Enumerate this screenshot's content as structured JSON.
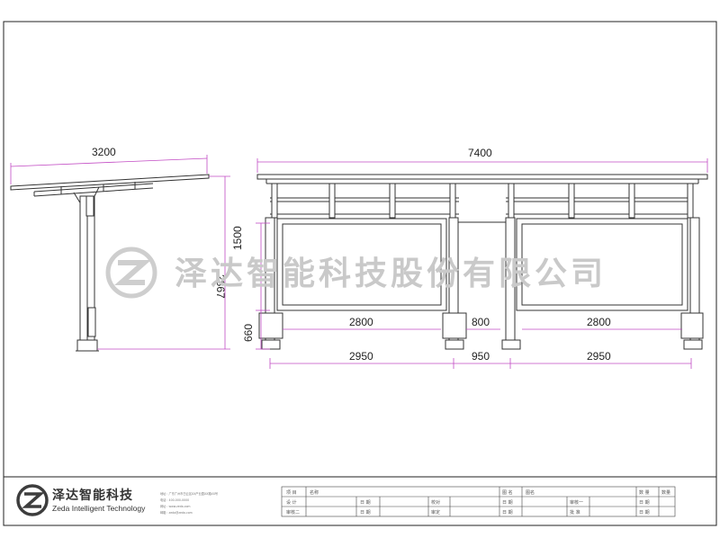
{
  "watermark": {
    "text": "泽达智能科技股份有限公司"
  },
  "dimensions": {
    "side_width": "3200",
    "side_height": "2867",
    "front_width": "7400",
    "panel_height": "1500",
    "base_height": "660",
    "panel_left_width": "2800",
    "panel_gap": "800",
    "panel_right_width": "2800",
    "bay_left": "2950",
    "bay_gap": "950",
    "bay_right": "2950"
  },
  "footer": {
    "company_cn": "泽达智能科技",
    "company_en": "Zeda Intelligent Technology",
    "contact_lines": [
      "地址：广东广州市白云区XX产业园XX路XX号",
      "电话：400-000-0000",
      "网址：www.zeda.com",
      "邮箱：zeda@zeda.com"
    ],
    "titleblock": {
      "row1": [
        "项 目",
        "名称",
        "",
        "",
        "图 名",
        "图名",
        "",
        "数 量",
        "数量"
      ],
      "row2": [
        "设 计",
        "",
        "日 期",
        "",
        "校对",
        "",
        "日 期",
        "",
        "审核一",
        "",
        "日 期",
        ""
      ],
      "row3": [
        "审核二",
        "",
        "日 期",
        "",
        "审定",
        "",
        "日 期",
        "",
        "批 准",
        "",
        "日 期",
        ""
      ]
    }
  },
  "colors": {
    "line": "#333333",
    "dimension": "#c24bc4",
    "watermark": "#c9c9c9",
    "logo_accent": "#3d3d3d"
  }
}
